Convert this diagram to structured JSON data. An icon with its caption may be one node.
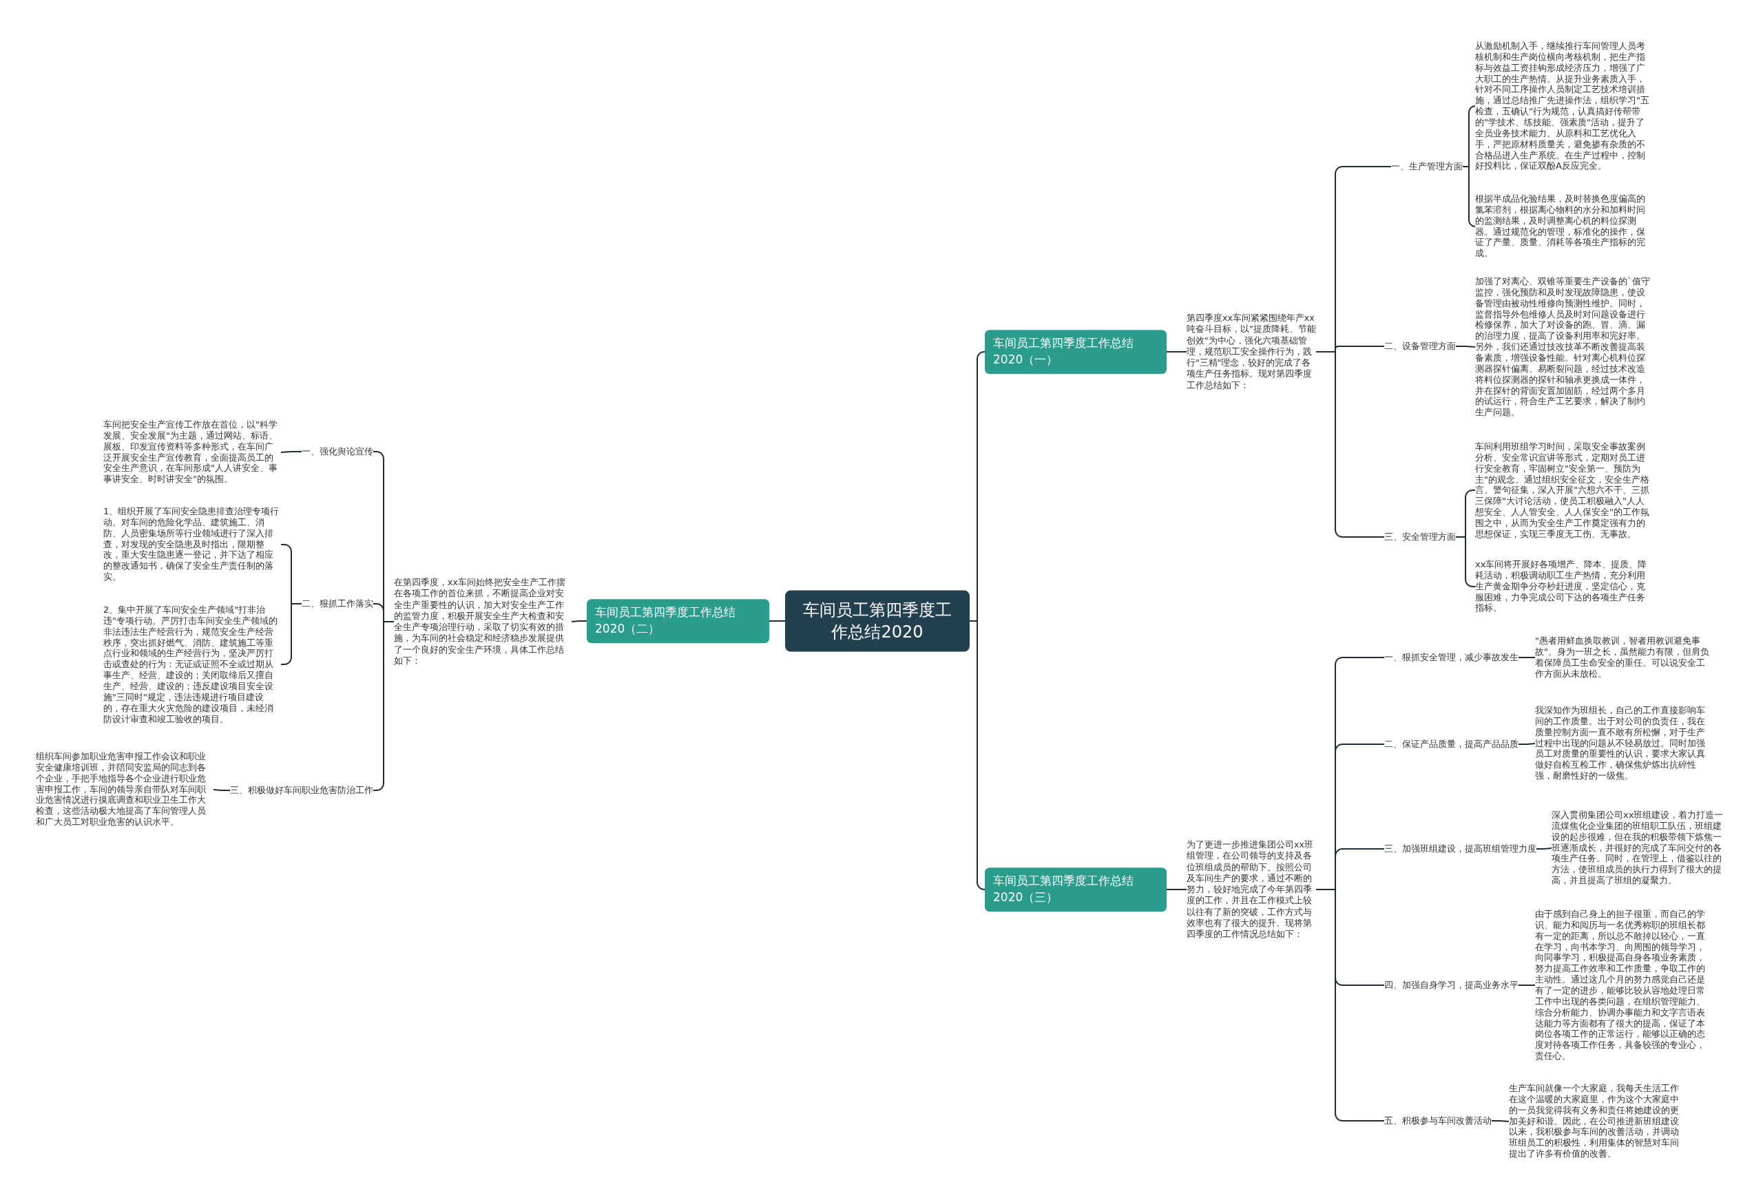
{
  "diagram": {
    "nodes": [
      {
        "text": [
          "车间员工第四季度工作总结2020"
        ]
      },
      {
        "text": [
          "车间员工第四季度工作总结2020（一）"
        ]
      },
      {
        "text": [
          "第四季度xx车间紧紧围绕年产xx吨奋斗目标，以\"提质降耗、节能创效\"为中心，强化六项基础管理，规范职工安全操作行为，践行\"三精\"理念，较好的完成了各项生产任务指标。现对第四季度工作总结如下："
        ]
      },
      {
        "text": [
          "一、生产管理方面"
        ]
      },
      {
        "text": [
          "从激励机制入手，继续推行车间管理人员考核机制和生产岗位横向考核机制，把生产指标与效益工资挂钩形成经济压力，增强了广大职工的生产热情。从提升业务素质入手，针对不同工序操作人员制定工艺技术培训措施，通过总结推广先进操作法，组织学习\"五检查，五确认\"行为规范，认真搞好传帮带的\"学技术、练技能、强素质\"活动，提升了全员业务技术能力。从原料和工艺优化入手，严把原材料质量关，避免掺有杂质的不合格品进入生产系统。在生产过程中，控制好投料比，保证双酚A反应完全。"
        ]
      },
      {
        "text": [
          "根据半成品化验结果，及时替换色度偏高的氯苯溶剂，根据离心物料的水分和加料时间的监测结果，及时调整离心机的料位探测器。通过规范化的管理，标准化的操作，保证了产量、质量、消耗等各项生产指标的完成。"
        ]
      },
      {
        "text": [
          "二、设备管理方面"
        ]
      },
      {
        "text": [
          "加强了对离心、双锥等重要生产设备的`值守监控，强化预防和及时发现故障隐患，使设备管理由被动性维修向预测性维护。同时，监督指导外包维修人员及时对问题设备进行检修保养，加大了对设备的跑、冒、滴、漏的治理力度，提高了设备利用率和完好率。另外，我们还通过技改技革不断改善提高装备素质，增强设备性能。针对离心机料位探测器探针偏离、易断裂问题，经过技术改造将料位探测器的探针和轴承更换成一体件，并在探针的背面安置加固筋，经过两个多月的试运行，符合生产工艺要求，解决了制约生产问题。"
        ]
      },
      {
        "text": [
          "三、安全管理方面"
        ]
      },
      {
        "text": [
          "车间利用班组学习时间，采取安全事故案例分析、安全常识宣讲等形式，定期对员工进行安全教育，牢固树立\"安全第一、预防为主\"的观念。通过组织安全征文，安全生产格言、警句征集，深入开展\"六想六不干、三抓三保障\"大讨论活动，使员工积极融入\"人人想安全、人人管安全、人人保安全\"的工作氛围之中，从而为安全生产工作奠定强有力的思想保证，实现三季度无工伤、无事故。"
        ]
      },
      {
        "text": [
          "xx车间将开展好各项增产、降本、提质、降耗活动，积极调动职工生产热情，充分利用生产黄金期争分夺秒赶进度，坚定信心，克服困难，力争完成公司下达的各项生产任务指标。"
        ]
      },
      {
        "text": [
          "车间员工第四季度工作总结2020（二）"
        ]
      },
      {
        "text": [
          "在第四季度，xx车间始终把安全生产工作摆在各项工作的首位来抓，不断提高企业对安全生产重要性的认识，加大对安全生产工作的监管力度，积极开展安全生产大检查和安全生产专项治理行动，采取了切实有效的措施，为车间的社会稳定和经济稳步发展提供了一个良好的安全生产环境，具体工作总结如下："
        ]
      },
      {
        "text": [
          "一、强化舆论宣传"
        ]
      },
      {
        "text": [
          "车间把安全生产宣传工作放在首位，以\"科学发展、安全发展\"为主题，通过网站、标语、展板、印发宣传资料等多种形式，在车间广泛开展安全生产宣传教育，全面提高员工的安全生产意识，在车间形成\"人人讲安全、事事讲安全、时时讲安全\"的氛围。"
        ]
      },
      {
        "text": [
          "二、狠抓工作落实"
        ]
      },
      {
        "text": [
          "1、组织开展了车间安全隐患排查治理专项行动。对车间的危险化学品、建筑施工、消防、人员密集场所等行业领域进行了深入排查，对发现的安全隐患及时指出，限期整改，重大安生隐患逐一登记，并下达了相应的整改通知书，确保了安全生产责任制的落实。"
        ]
      },
      {
        "text": [
          "2、集中开展了车间安全生产领域\"打非治违\"专项行动。严厉打击车间安全生产领域的非法违法生产经营行为，规范安全生产经营秩序，突出抓好燃气、消防、建筑施工等重点行业和领域的生产经营行为，坚决严厉打击或查处的行为：无证或证照不全或过期从事生产、经营、建设的；关闭取缔后又擅自生产、经营、建设的；违反建设项目安全设施\"三同时\"规定，违法违规进行项目建设的，存在重大火灾危险的建设项目，未经消防设计审查和竣工验收的项目。"
        ]
      },
      {
        "text": [
          "三、积极做好车间职业危害防治工作"
        ]
      },
      {
        "text": [
          "组织车间参加职业危害申报工作会议和职业安全健康培训班，并陪同安监局的同志到各个企业，手把手地指导各个企业进行职业危害申报工作，车间的领导亲自带队对车间职业危害情况进行摸底调查和职业卫生工作大检查，这些活动极大地提高了车间管理人员和广大员工对职业危害的认识水平。"
        ]
      },
      {
        "text": [
          "车间员工第四季度工作总结2020（三）"
        ]
      },
      {
        "text": [
          "为了更进一步推进集团公司xx班组管理，在公司领导的支持及各位班组成员的帮助下。按照公司及车间生产的要求，通过不断的努力，较好地完成了今年第四季度的工作，并且在工作模式上较以往有了新的突破，工作方式与效率也有了很大的提升。现将第四季度的工作情况总结如下："
        ]
      },
      {
        "text": [
          "一、狠抓安全管理，减少事故发生"
        ]
      },
      {
        "text": [
          "\"愚者用鲜血换取教训，智者用教训避免事故\"。身为一班之长，虽然能力有限，但肩负着保障员工生命安全的重任。可以说安全工作方面从未放松。"
        ]
      },
      {
        "text": [
          "二、保证产品质量，提高产品品质"
        ]
      },
      {
        "text": [
          "我深知作为班组长，自己的工作直接影响车间的工作质量。出于对公司的负责任，我在质量控制方面一直不敢有所松懈，对于生产过程中出现的问题从不轻易放过。同时加强员工对质量的重要性的认识，要求大家认真做好自检互检工作，确保焦炉炼出抗碎性强，耐磨性好的一级焦。"
        ]
      },
      {
        "text": [
          "三、加强班组建设，提高班组管理力度"
        ]
      },
      {
        "text": [
          "深入贯彻集团公司xx班组建设，着力打造一流煤焦化企业集团的班组职工队伍，班组建设的起步很难，但在我的积极带领下炼焦一班逐渐成长，并很好的完成了车间交付的各项生产任务。同时，在管理上，借鉴以往的方法，使班组成员的执行力得到了很大的提高，并且提高了班组的凝聚力。"
        ]
      },
      {
        "text": [
          "四、加强自身学习，提高业务水平"
        ]
      },
      {
        "text": [
          "由于感到自己身上的担子很重，而自己的学识、能力和阅历与一名优秀称职的班组长都有一定的距离，所以总不敢掉以轻心，一直在学习，向书本学习、向周围的领导学习，向同事学习，积极提高自身各项业务素质，努力提高工作效率和工作质量，争取工作的主动性。通过这几个月的努力感觉自己还是有了一定的进步，能够比较从容地处理日常工作中出现的各类问题，在组织管理能力、综合分析能力、协调办事能力和文字言语表达能力等方面都有了很大的提高，保证了本岗位各项工作的正常运行，能够以正确的态度对待各项工作任务，具备较强的专业心，责任心。"
        ]
      },
      {
        "text": [
          "五、积极参与车间改善活动"
        ]
      },
      {
        "text": [
          "生产车间就像一个大家庭，我每天生活工作在这个温暖的大家庭里，作为这个大家庭中的一员我觉得我有义务和责任将她建设的更加美好和谐。因此，在公司推进新班组建设以来，我积极参与车间的改善活动，并调动班组员工的积极性，利用集体的智慧对车间提出了许多有价值的改善。"
        ]
      }
    ],
    "edges": [
      {
        "from": 0,
        "to": 1,
        "arrow": "none"
      },
      {
        "from": 1,
        "to": 2,
        "arrow": "none"
      },
      {
        "from": 2,
        "to": 3,
        "arrow": "none"
      },
      {
        "from": 3,
        "to": 4,
        "arrow": "none"
      },
      {
        "from": 3,
        "to": 5,
        "arrow": "none"
      },
      {
        "from": 2,
        "to": 6,
        "arrow": "none"
      },
      {
        "from": 6,
        "to": 7,
        "arrow": "none"
      },
      {
        "from": 2,
        "to": 8,
        "arrow": "none"
      },
      {
        "from": 8,
        "to": 9,
        "arrow": "none"
      },
      {
        "from": 8,
        "to": 10,
        "arrow": "none"
      },
      {
        "from": 0,
        "to": 11,
        "arrow": "none"
      },
      {
        "from": 11,
        "to": 12,
        "arrow": "none"
      },
      {
        "from": 12,
        "to": 13,
        "arrow": "none"
      },
      {
        "from": 13,
        "to": 14,
        "arrow": "none"
      },
      {
        "from": 12,
        "to": 15,
        "arrow": "none"
      },
      {
        "from": 15,
        "to": 16,
        "arrow": "none"
      },
      {
        "from": 15,
        "to": 17,
        "arrow": "none"
      },
      {
        "from": 12,
        "to": 18,
        "arrow": "none"
      },
      {
        "from": 18,
        "to": 19,
        "arrow": "none"
      },
      {
        "from": 0,
        "to": 20,
        "arrow": "none"
      },
      {
        "from": 20,
        "to": 21,
        "arrow": "none"
      },
      {
        "from": 21,
        "to": 22,
        "arrow": "none"
      },
      {
        "from": 22,
        "to": 23,
        "arrow": "none"
      },
      {
        "from": 21,
        "to": 24,
        "arrow": "none"
      },
      {
        "from": 24,
        "to": 25,
        "arrow": "none"
      },
      {
        "from": 21,
        "to": 26,
        "arrow": "none"
      },
      {
        "from": 26,
        "to": 27,
        "arrow": "none"
      },
      {
        "from": 21,
        "to": 28,
        "arrow": "none"
      },
      {
        "from": 28,
        "to": 29,
        "arrow": "none"
      },
      {
        "from": 21,
        "to": 30,
        "arrow": "none"
      },
      {
        "from": 30,
        "to": 31,
        "arrow": "none"
      }
    ]
  }
}
